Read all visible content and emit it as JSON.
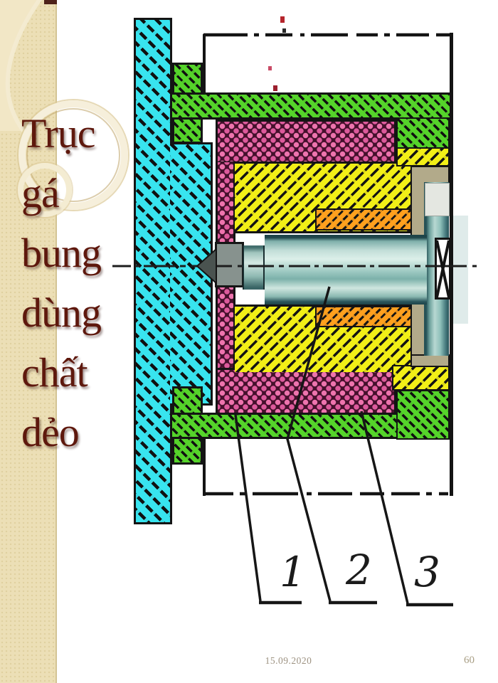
{
  "slide": {
    "title_lines": [
      "Trục",
      "gá",
      "bung",
      "dùng",
      "chất",
      "dẻo"
    ],
    "footer": {
      "date": "15.09.2020",
      "page_number": "60"
    },
    "figure": {
      "description": "cross-section of an expanding mandrel using plastic",
      "part_labels": [
        "1",
        "2",
        "3"
      ]
    },
    "colors": {
      "sidebar": "#ecdfb6",
      "title_text": "#5e180d",
      "hatch_cyan": "#38e4ef",
      "hatch_green": "#55d42a",
      "hatch_yellow": "#f2ef17",
      "hatch_orange": "#ffa01e",
      "hatch_magenta": "#ee74ae",
      "shaft_teal": "#84b4ae",
      "tan": "#b2aa8a"
    }
  }
}
